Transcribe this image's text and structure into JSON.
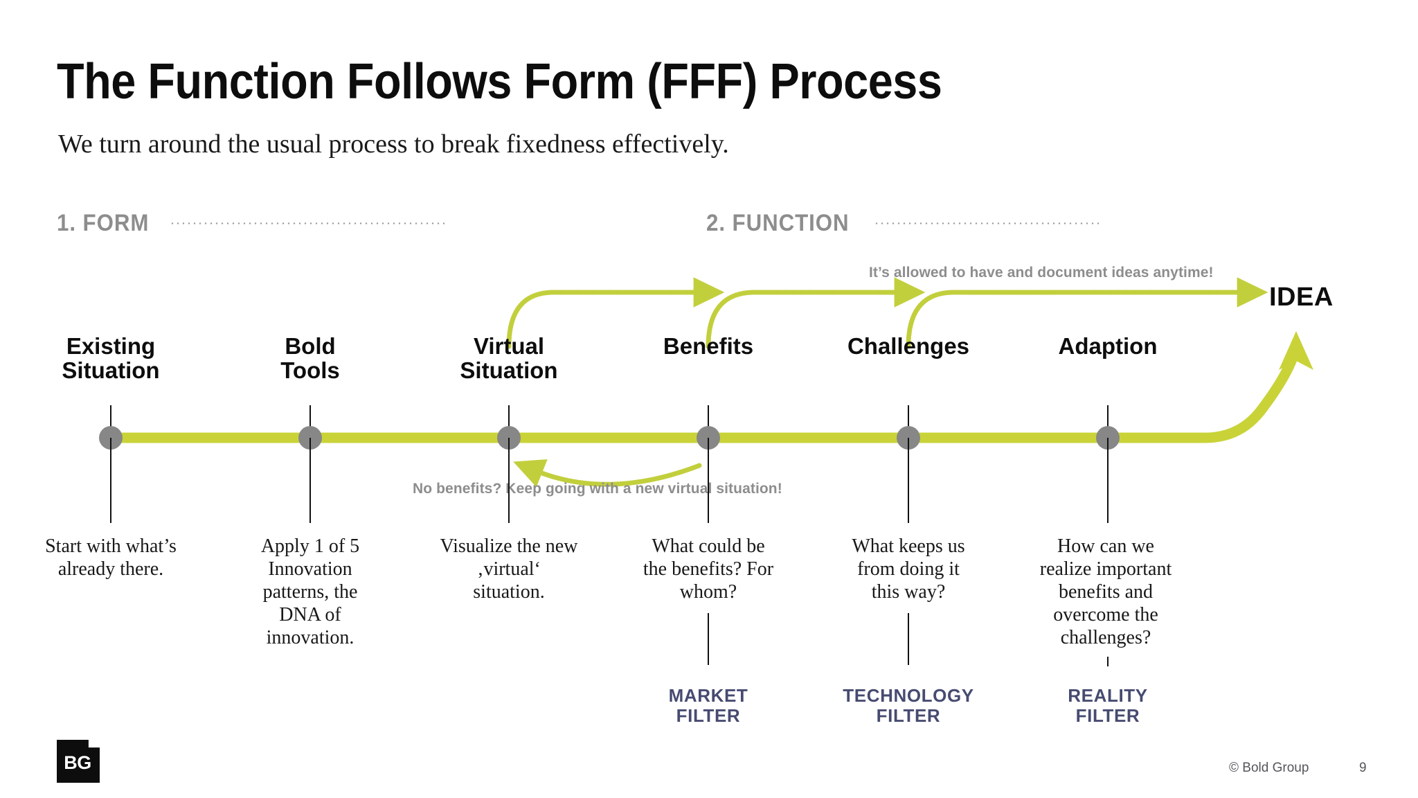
{
  "slide": {
    "title": "The Function Follows Form (FFF) Process",
    "subtitle": "We turn around the usual process to break fixedness effectively."
  },
  "sections": [
    {
      "label": "1. FORM"
    },
    {
      "label": "2. FUNCTION"
    }
  ],
  "annotations": {
    "top_arrow_note": "It’s allowed to have and document ideas anytime!",
    "loop_back_note": "No benefits? Keep going with a new virtual situation!"
  },
  "outcome": {
    "label": "IDEA"
  },
  "milestones": [
    {
      "title": "Existing\nSituation",
      "description": "Start with what’s\nalready there.",
      "filter": ""
    },
    {
      "title": "Bold\nTools",
      "description": "Apply 1 of 5\nInnovation\npatterns, the\nDNA of\ninnovation.",
      "filter": ""
    },
    {
      "title": "Virtual\nSituation",
      "description": "Visualize the new\n‚virtual‘\nsituation.",
      "filter": ""
    },
    {
      "title": "Benefits",
      "description": "What could be\nthe benefits? For\nwhom?",
      "filter": "MARKET\nFILTER"
    },
    {
      "title": "Challenges",
      "description": "What keeps us\nfrom doing it\nthis way?",
      "filter": "TECHNOLOGY\nFILTER"
    },
    {
      "title": "Adaption",
      "description": "How can we\nrealize important\nbenefits and\novercome the\nchallenges?",
      "filter": "REALITY\nFILTER"
    }
  ],
  "footer": {
    "logo_text": "BG",
    "copyright": "© Bold Group",
    "page_number": "9"
  },
  "colors": {
    "accent_green": "#c9d338",
    "node_gray": "#878787",
    "annotation_gray": "#8d8d8d",
    "filter_navy": "#474b71",
    "title_black": "#0d0d0d"
  }
}
